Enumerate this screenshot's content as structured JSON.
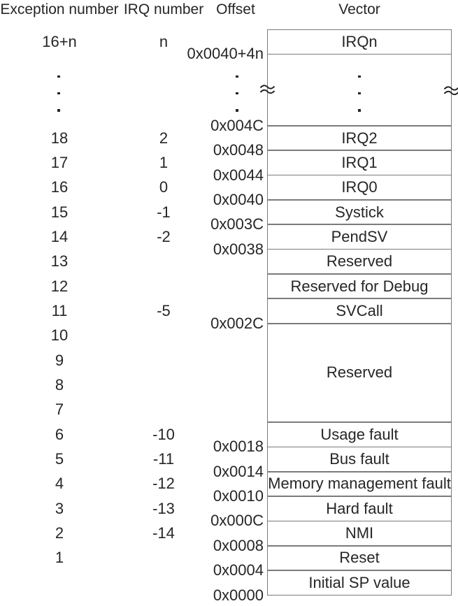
{
  "figure": {
    "headers": {
      "exception": "Exception number",
      "irq": "IRQ number",
      "offset": "Offset",
      "vector": "Vector"
    },
    "colors": {
      "text": "#262626",
      "line": "#7b7b7b",
      "background": "#ffffff"
    },
    "rows": [
      {
        "vector": "IRQn",
        "exception": "16+n",
        "irq": "n",
        "offset_below": "0x0040+4n"
      },
      {
        "type": "address-break",
        "ellipsis_dots": 3,
        "offset_below": "0x004C"
      },
      {
        "vector": "IRQ2",
        "exception": "18",
        "irq": "2",
        "offset_below": "0x0048"
      },
      {
        "vector": "IRQ1",
        "exception": "17",
        "irq": "1",
        "offset_below": "0x0044"
      },
      {
        "vector": "IRQ0",
        "exception": "16",
        "irq": "0",
        "offset_below": "0x0040"
      },
      {
        "vector": "Systick",
        "exception": "15",
        "irq": "-1",
        "offset_below": "0x003C"
      },
      {
        "vector": "PendSV",
        "exception": "14",
        "irq": "-2",
        "offset_below": "0x0038"
      },
      {
        "vector": "Reserved",
        "exception": "13"
      },
      {
        "vector": "Reserved for Debug",
        "exception": "12"
      },
      {
        "vector": "SVCall",
        "exception": "11",
        "irq": "-5",
        "offset_below": "0x002C"
      },
      {
        "vector": "Reserved",
        "exceptions": [
          "10",
          "9",
          "8",
          "7"
        ]
      },
      {
        "vector": "Usage fault",
        "exception": "6",
        "irq": "-10",
        "offset_below": "0x0018"
      },
      {
        "vector": "Bus fault",
        "exception": "5",
        "irq": "-11",
        "offset_below": "0x0014"
      },
      {
        "vector": "Memory management fault",
        "exception": "4",
        "irq": "-12",
        "offset_below": "0x0010"
      },
      {
        "vector": "Hard fault",
        "exception": "3",
        "irq": "-13",
        "offset_below": "0x000C"
      },
      {
        "vector": "NMI",
        "exception": "2",
        "irq": "-14",
        "offset_below": "0x0008"
      },
      {
        "vector": "Reset",
        "exception": "1",
        "offset_below": "0x0004"
      },
      {
        "vector": "Initial SP value",
        "offset_below": "0x0000"
      }
    ]
  }
}
